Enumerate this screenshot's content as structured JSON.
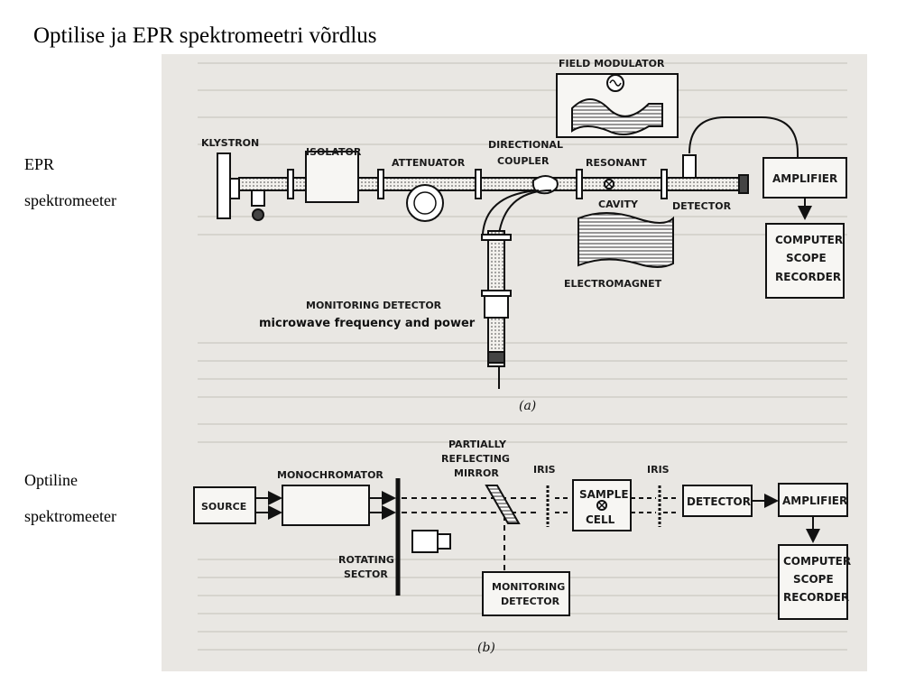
{
  "slide": {
    "title": "Optilise ja EPR spektromeetri võrdlus",
    "epr_label_line1": "EPR",
    "epr_label_line2": "spektromeeter",
    "optical_label_line1": "Optiline",
    "optical_label_line2": "spektromeeter"
  },
  "diagram_a": {
    "field_modulator": "FIELD MODULATOR",
    "klystron": "KLYSTRON",
    "isolator": "ISOLATOR",
    "attenuator": "ATTENUATOR",
    "directional": "DIRECTIONAL",
    "coupler": "COUPLER",
    "resonant": "RESONANT",
    "cavity": "CAVITY",
    "detector": "DETECTOR",
    "amplifier": "AMPLIFIER",
    "computer": "COMPUTER",
    "scope": "SCOPE",
    "recorder": "RECORDER",
    "electromagnet": "ELECTROMAGNET",
    "monitoring_detector": "MONITORING DETECTOR",
    "mw_freq": "microwave frequency and power",
    "caption": "(a)"
  },
  "diagram_b": {
    "partially": "PARTIALLY",
    "reflecting": "REFLECTING",
    "mirror": "MIRROR",
    "iris1": "IRIS",
    "iris2": "IRIS",
    "monochromator": "MONOCHROMATOR",
    "source": "SOURCE",
    "sample": "SAMPLE",
    "cell": "CELL",
    "detector": "DETECTOR",
    "amplifier": "AMPLIFIER",
    "computer": "COMPUTER",
    "scope": "SCOPE",
    "recorder": "RECORDER",
    "rotating": "ROTATING",
    "sector": "SECTOR",
    "monitoring": "MONITORING",
    "monitoring_detector": "DETECTOR",
    "caption": "(b)"
  }
}
